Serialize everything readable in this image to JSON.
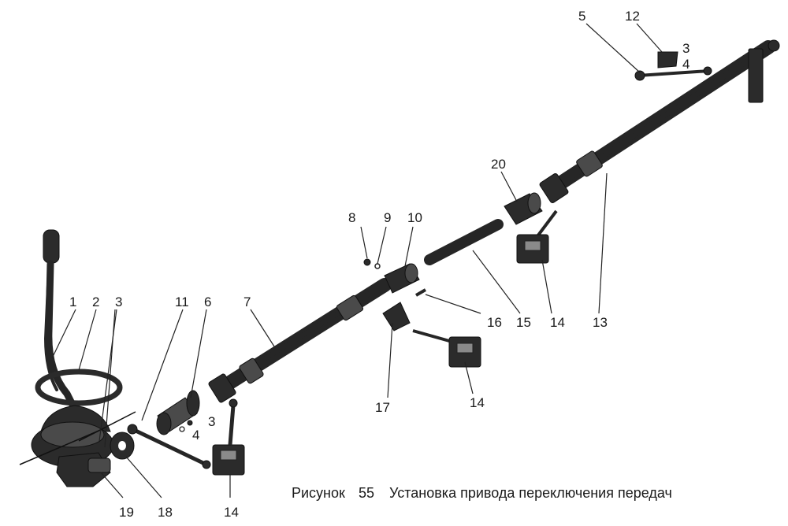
{
  "figure": {
    "caption_label": "Рисунок",
    "caption_number": "55",
    "caption_text": "Установка привода переключения передач"
  },
  "callouts": [
    "1",
    "2",
    "3",
    "11",
    "6",
    "7",
    "3",
    "4",
    "8",
    "9",
    "10",
    "16",
    "15",
    "14",
    "13",
    "17",
    "14",
    "19",
    "18",
    "14",
    "20",
    "5",
    "12",
    "3",
    "4"
  ]
}
